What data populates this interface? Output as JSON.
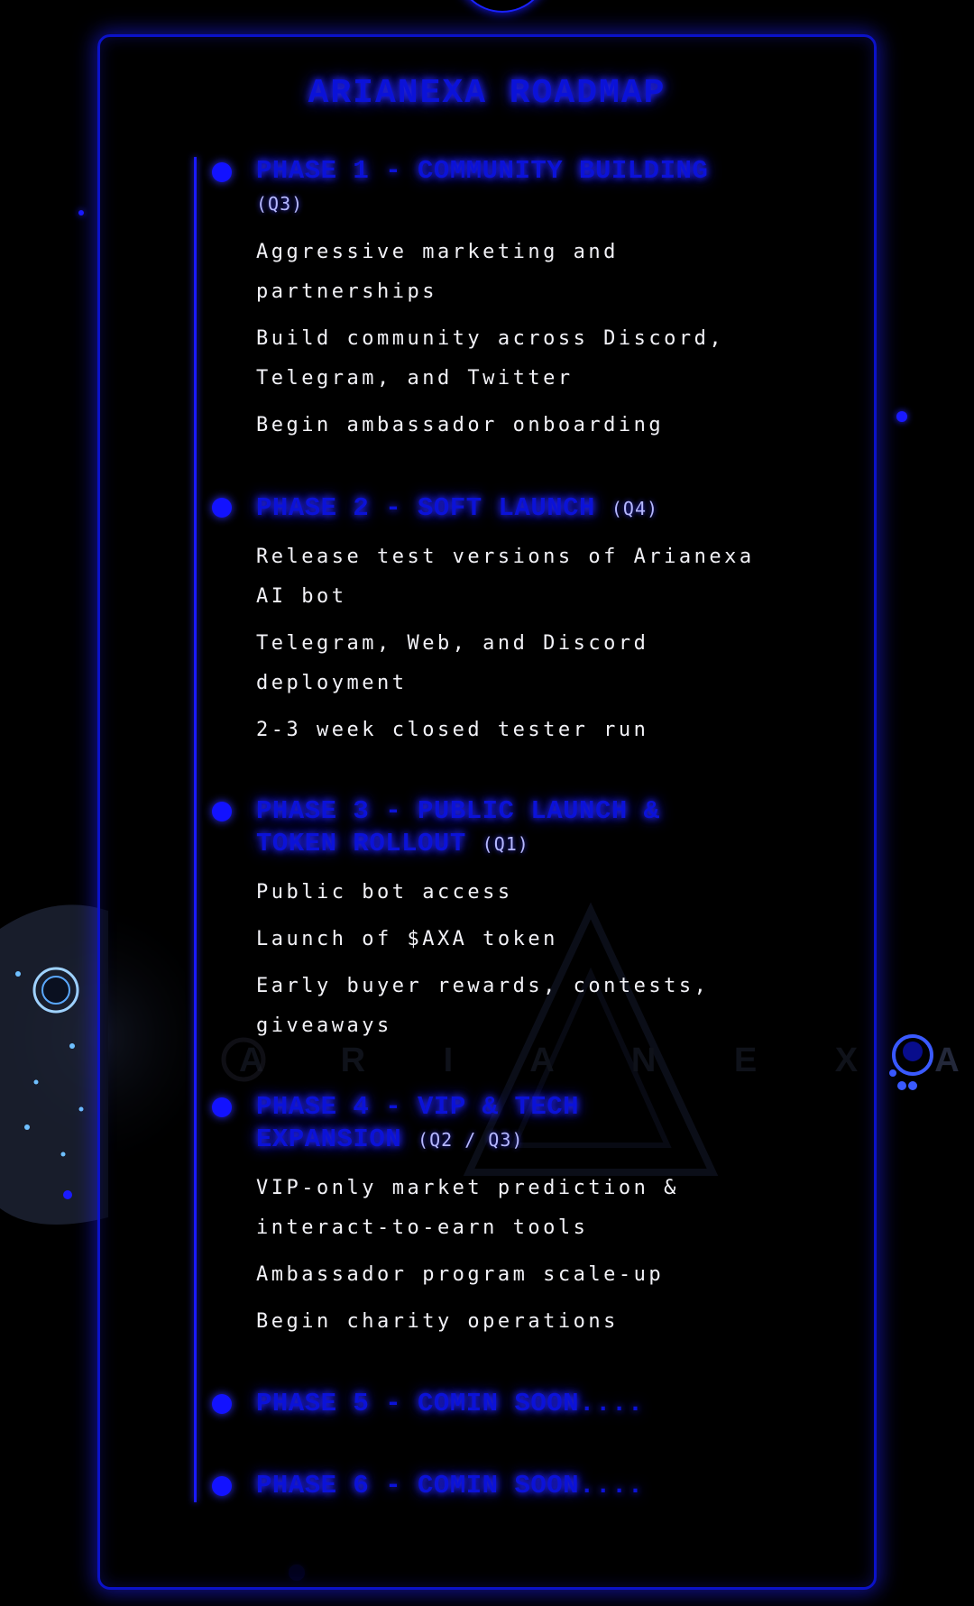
{
  "page": {
    "title": "ARIANEXA ROADMAP",
    "watermark": "A R I A N E X A"
  },
  "colors": {
    "background": "#000000",
    "neon_blue": "#0b12d8",
    "glow_blue": "#1a1aff",
    "quarter_text": "#b6b8ff",
    "body_text": "#f2f2f7"
  },
  "phases": [
    {
      "heading": "PHASE 1 - COMMUNITY BUILDING",
      "quarter": "(Q3)",
      "items": [
        "Aggressive marketing and partnerships",
        "Build community across Discord, Telegram, and Twitter",
        "Begin ambassador onboarding"
      ]
    },
    {
      "heading": "PHASE 2 - SOFT LAUNCH",
      "quarter": "(Q4)",
      "items": [
        "Release test versions of Arianexa AI bot",
        "Telegram, Web, and Discord deployment",
        "2-3 week closed tester run"
      ]
    },
    {
      "heading": "PHASE 3 - PUBLIC LAUNCH & TOKEN ROLLOUT",
      "quarter": "(Q1)",
      "items": [
        "Public bot access",
        "Launch of $AXA token",
        "Early buyer rewards, contests, giveaways"
      ]
    },
    {
      "heading": "PHASE 4 - VIP & TECH EXPANSION",
      "quarter": "(Q2 / Q3)",
      "items": [
        "VIP-only market prediction & interact-to-earn tools",
        "Ambassador program scale-up",
        "Begin charity operations"
      ]
    },
    {
      "heading": "PHASE 5 - COMIN SOON....",
      "quarter": "",
      "items": []
    },
    {
      "heading": "PHASE 6 - COMIN SOON....",
      "quarter": "",
      "items": []
    }
  ]
}
